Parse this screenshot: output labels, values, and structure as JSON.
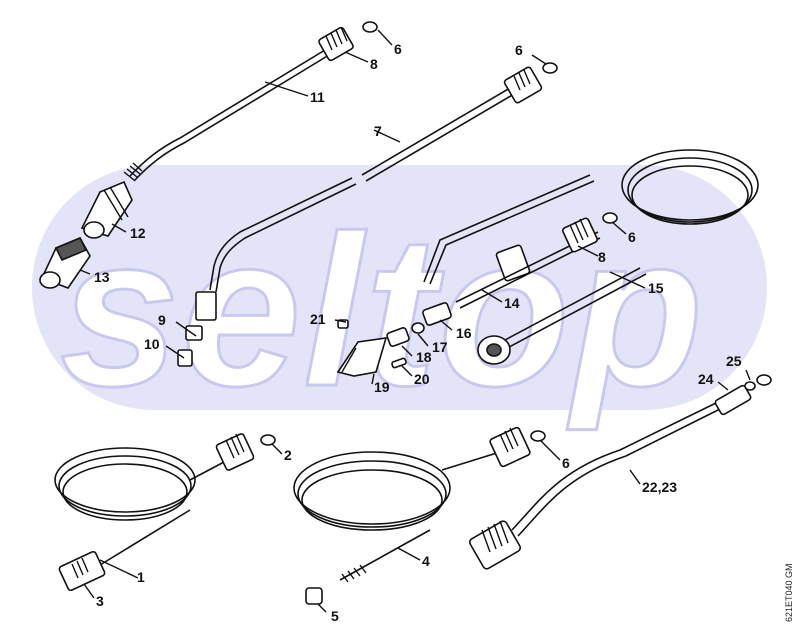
{
  "watermark": "seltop",
  "drawing_code": "621ET040 GM",
  "callouts": {
    "c1": "1",
    "c2": "2",
    "c3": "3",
    "c4": "4",
    "c5": "5",
    "c6a": "6",
    "c6b": "6",
    "c6c": "6",
    "c6d": "6",
    "c7": "7",
    "c8a": "8",
    "c8b": "8",
    "c9": "9",
    "c10": "10",
    "c11": "11",
    "c12": "12",
    "c13": "13",
    "c14": "14",
    "c15": "15",
    "c16": "16",
    "c17": "17",
    "c18": "18",
    "c19": "19",
    "c20": "20",
    "c21": "21",
    "c2223": "22,23",
    "c24": "24",
    "c25": "25"
  }
}
